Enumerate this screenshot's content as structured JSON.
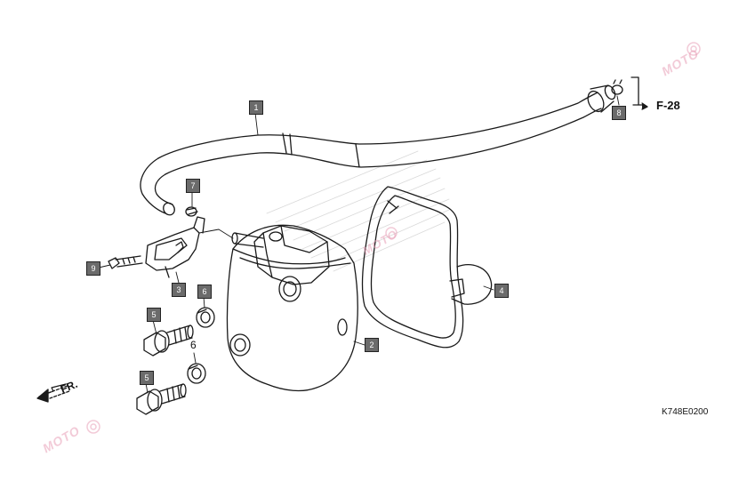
{
  "diagram": {
    "callouts": {
      "c1": "1",
      "c2": "2",
      "c3": "3",
      "c4": "4",
      "c5a": "5",
      "c5b": "5",
      "c6a": "6",
      "c6b": "6",
      "c7": "7",
      "c8": "8",
      "c9": "9"
    },
    "reference": "F-28",
    "front_label": "FR.",
    "diagram_code": "K748E0200"
  },
  "watermark": {
    "text": "MOTO"
  },
  "colors": {
    "line": "#1a1a1a",
    "callout_fill": "#6b6b6b",
    "watermark": "#e8a0b8"
  }
}
